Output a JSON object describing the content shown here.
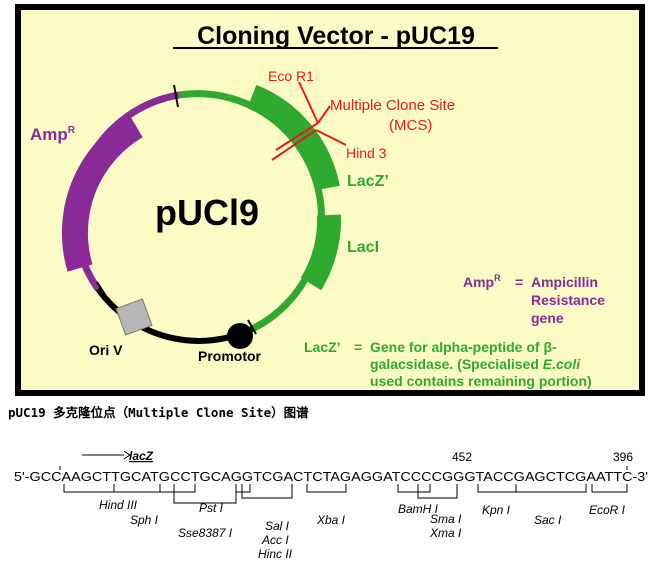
{
  "title": "Cloning Vector - pUC19",
  "plasmid_name": "pUCl9",
  "map_labels": {
    "amp_r": "Amp",
    "amp_r_sup": "R",
    "eco_r1": "Eco R1",
    "mcs_line1": "Multiple Clone Site",
    "mcs_line2": "(MCS)",
    "hind3": "Hind 3",
    "lacz_prime": "LacZ’",
    "laci": "LacI",
    "ori_v": "Ori V",
    "promotor": "Promotor"
  },
  "legend": {
    "amp_key": "Amp",
    "amp_key_sup": "R",
    "amp_eq": "=",
    "amp_desc": [
      "Ampicillin",
      "Resistance",
      "gene"
    ],
    "lacz_key": "LacZ’",
    "lacz_eq": "=",
    "lacz_desc_1": "Gene for alpha-peptide of β-",
    "lacz_desc_2": "galacsidase. (Specialised ",
    "lacz_desc_2_em": "E.coli",
    "lacz_desc_3": "used contains remaining portion)"
  },
  "colors": {
    "purple": "#8a2a97",
    "green": "#2fa92f",
    "red": "#e8191b",
    "grey": "#b6b6b6",
    "bg": "#fcfbc6"
  },
  "caption": "pUC19 多克隆位点（Multiple Clone Site）图谱",
  "sequence": {
    "left_number": "452",
    "right_number": "396",
    "gene": "lacZ",
    "seq": "5'-GCCAAGCTTGCATGCCTGCAGGTCGACTCTAGAGGATCCCCGGGTACCGAGCTCGAATTC-3'"
  },
  "enzymes": [
    {
      "name": "Hind III"
    },
    {
      "name": "Sph I"
    },
    {
      "name": "Pst I"
    },
    {
      "name": "Sse8387 I"
    },
    {
      "name": "Sal I"
    },
    {
      "name": "Acc I"
    },
    {
      "name": "Hinc II"
    },
    {
      "name": "Xba I"
    },
    {
      "name": "BamH I"
    },
    {
      "name": "Sma I"
    },
    {
      "name": "Xma I"
    },
    {
      "name": "Kpn I"
    },
    {
      "name": "Sac I"
    },
    {
      "name": "EcoR I"
    }
  ]
}
